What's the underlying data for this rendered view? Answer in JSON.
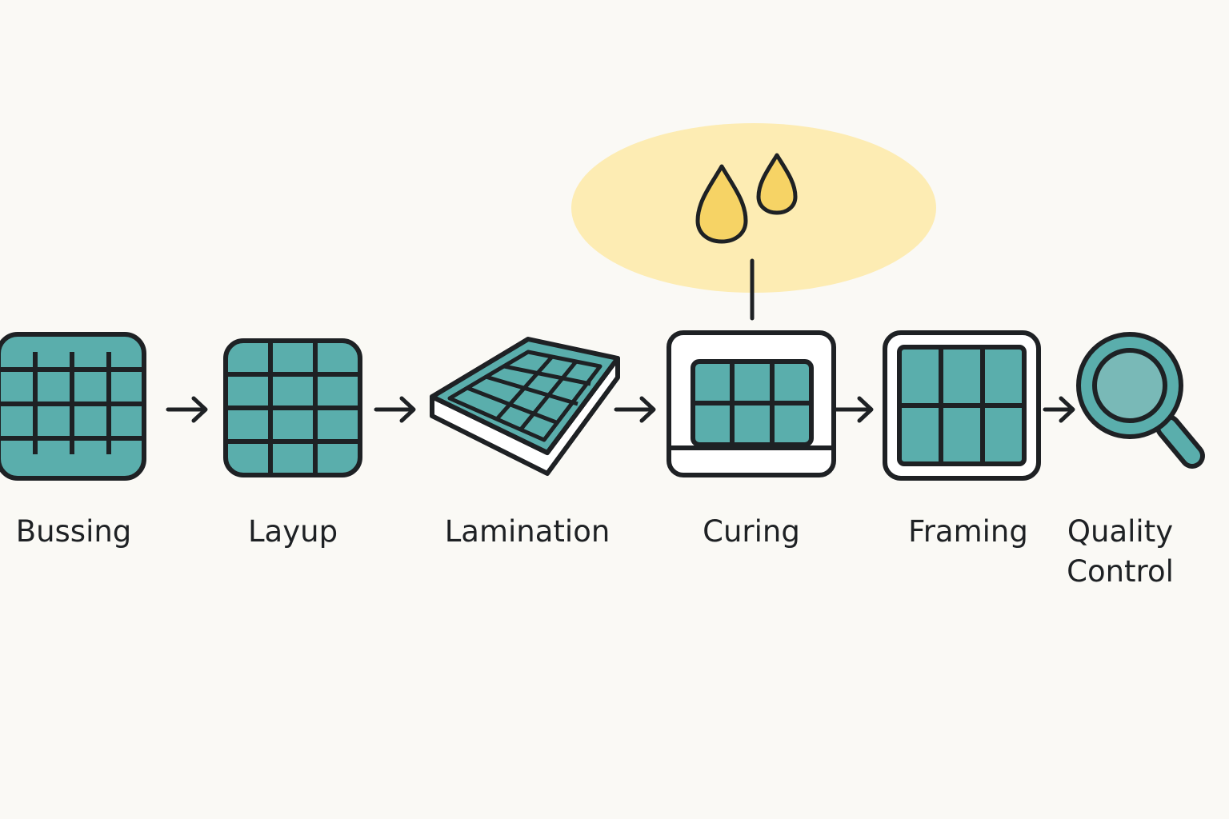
{
  "colors": {
    "background": "#faf9f5",
    "panel_fill": "#5aaeac",
    "outline": "#1e2124",
    "glow": "#fdecb3",
    "droplet": "#f6d365",
    "frame_fill": "#ffffff",
    "lens_fill": "#79b9b7"
  },
  "steps": [
    {
      "label": "Bussing",
      "icon": "bussing-panel-icon"
    },
    {
      "label": "Layup",
      "icon": "layup-panel-icon"
    },
    {
      "label": "Lamination",
      "icon": "laminated-panel-icon"
    },
    {
      "label": "Curing",
      "icon": "curing-oven-icon"
    },
    {
      "label": "Framing",
      "icon": "framed-panel-icon"
    },
    {
      "label": "Quality\nControl",
      "icon": "magnifying-glass-icon"
    }
  ],
  "curing_highlight": {
    "icon": "droplet-icon",
    "count": 2
  }
}
